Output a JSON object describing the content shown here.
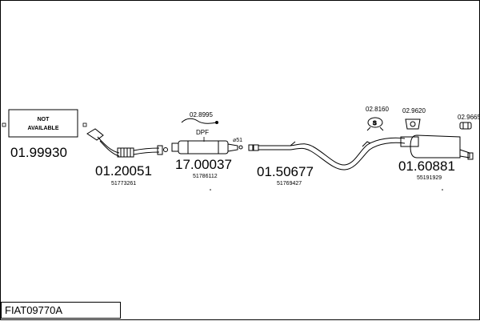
{
  "na_box": {
    "line1": "NOT",
    "line2": "AVAILABLE"
  },
  "parts": [
    {
      "code": "01.99930",
      "oem": ""
    },
    {
      "code": "01.20051",
      "oem": "51773261"
    },
    {
      "code": "17.00037",
      "oem": "51786112"
    },
    {
      "code": "01.50677",
      "oem": "51769427"
    },
    {
      "code": "01.60881",
      "oem": "55191929"
    }
  ],
  "accessories": [
    {
      "code": "02.8995"
    },
    {
      "code": "02.8160"
    },
    {
      "code": "02.9620"
    },
    {
      "code": "02.9665"
    }
  ],
  "labels": {
    "dpf": "DPF",
    "diameter": "⌀51"
  },
  "model": "FIAT09770A"
}
